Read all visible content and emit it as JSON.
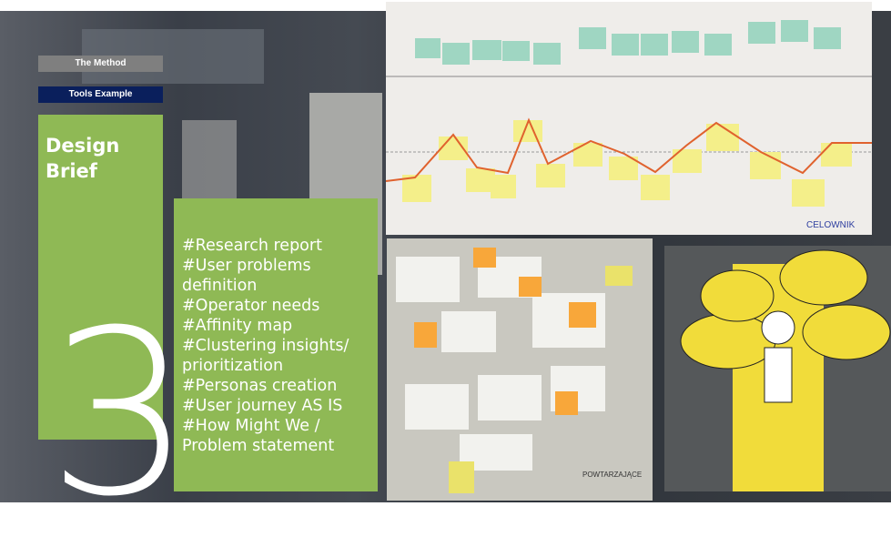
{
  "tags": {
    "method": "The Method",
    "tools": "Tools Example"
  },
  "brief": {
    "title": "Design Brief",
    "number": "3"
  },
  "items": [
    "#Research report",
    "#User problems definition",
    "#Operator needs",
    "#Affinity map",
    "#Clustering insights/ prioritization",
    "#Personas creation",
    "#User journey AS IS",
    "#How Might We / Problem statement"
  ],
  "photos": {
    "journey_label": "CELOWNIK",
    "affinity_label": "POWTARZAJĄCE"
  },
  "colors": {
    "green": "#8fb955",
    "navy": "#0a1f5c",
    "grey": "#7f7f7f"
  }
}
